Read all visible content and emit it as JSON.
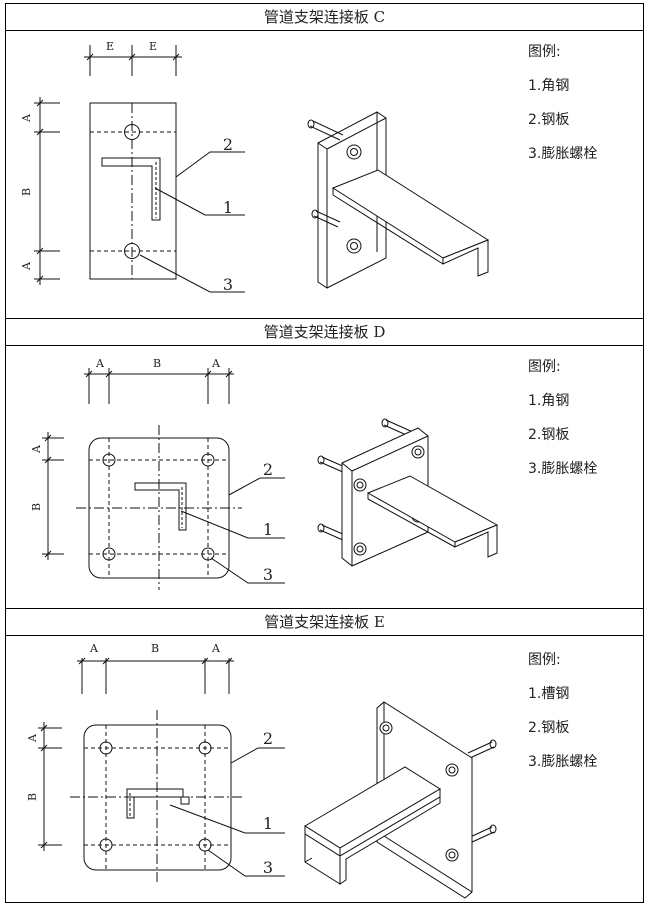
{
  "sections": [
    {
      "title": "管道支架连接板 C",
      "legend_title": "图例:",
      "legend": [
        "1.角钢",
        "2.钢板",
        "3.膨胀螺栓"
      ],
      "dims": {
        "horizontal": [
          "E",
          "E"
        ],
        "vertical": [
          "A",
          "B",
          "A"
        ]
      },
      "callouts": [
        "2",
        "1",
        "3"
      ]
    },
    {
      "title": "管道支架连接板 D",
      "legend_title": "图例:",
      "legend": [
        "1.角钢",
        "2.钢板",
        "3.膨胀螺栓"
      ],
      "dims": {
        "horizontal": [
          "A",
          "B",
          "A"
        ],
        "vertical": [
          "A",
          "B"
        ]
      },
      "callouts": [
        "2",
        "1",
        "3"
      ]
    },
    {
      "title": "管道支架连接板 E",
      "legend_title": "图例:",
      "legend": [
        "1.槽钢",
        "2.钢板",
        "3.膨胀螺栓"
      ],
      "dims": {
        "horizontal": [
          "A",
          "B",
          "A"
        ],
        "vertical": [
          "A",
          "B"
        ]
      },
      "callouts": [
        "2",
        "1",
        "3"
      ]
    }
  ]
}
